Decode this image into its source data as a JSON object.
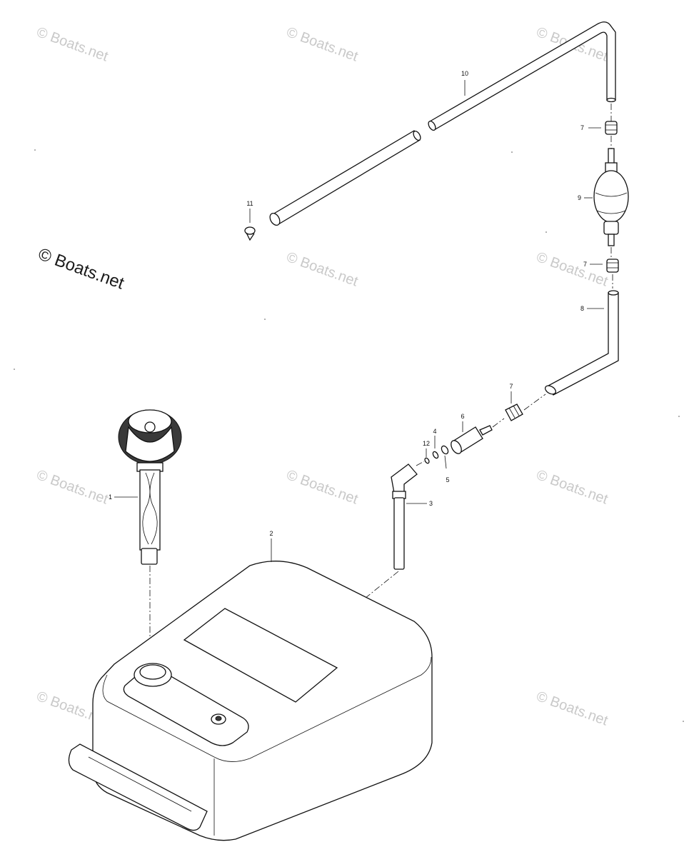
{
  "diagram": {
    "parts": [
      {
        "id": "1",
        "label": "1"
      },
      {
        "id": "2",
        "label": "2"
      },
      {
        "id": "3",
        "label": "3"
      },
      {
        "id": "4",
        "label": "4"
      },
      {
        "id": "5",
        "label": "5"
      },
      {
        "id": "6",
        "label": "6"
      },
      {
        "id": "7a",
        "label": "7"
      },
      {
        "id": "7b",
        "label": "7"
      },
      {
        "id": "7c",
        "label": "7"
      },
      {
        "id": "8",
        "label": "8"
      },
      {
        "id": "9",
        "label": "9"
      },
      {
        "id": "10",
        "label": "10"
      },
      {
        "id": "11",
        "label": "11"
      },
      {
        "id": "12",
        "label": "12"
      }
    ]
  },
  "watermark": {
    "main": "© Boats.net",
    "tile": "© Boats.net"
  }
}
